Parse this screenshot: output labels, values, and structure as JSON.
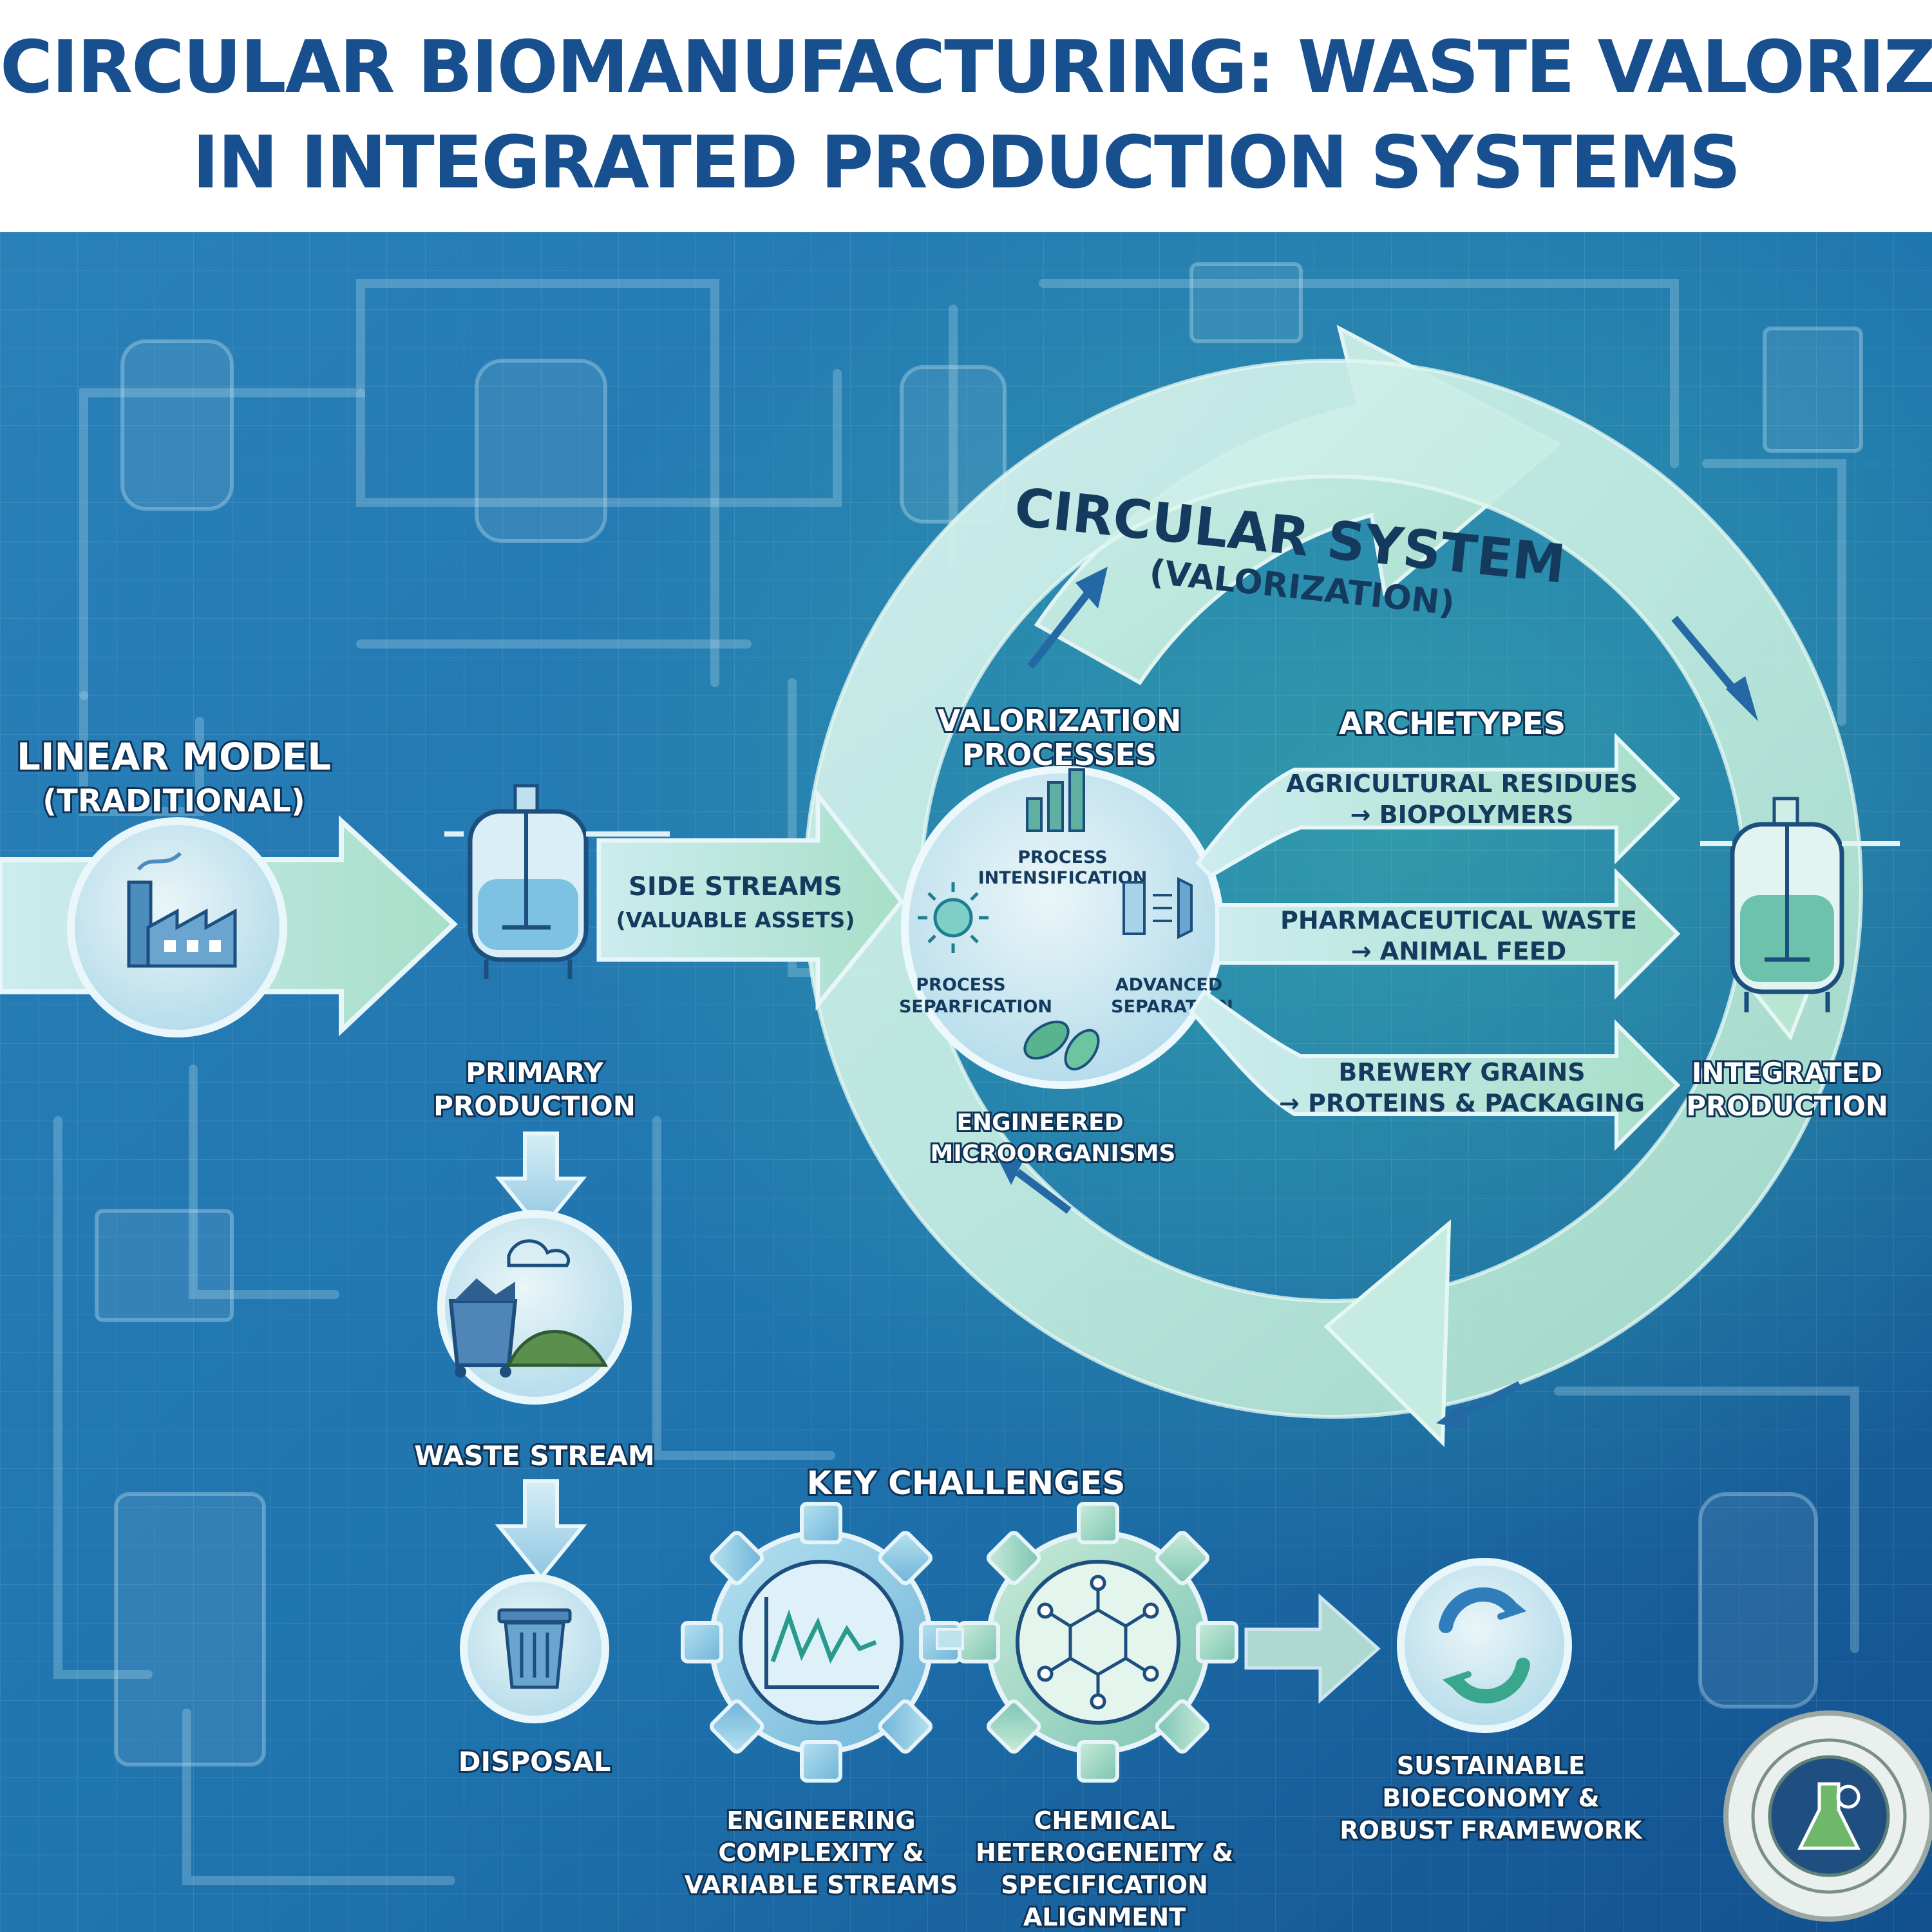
{
  "title": {
    "line1": "CIRCULAR BIOMANUFACTURING: WASTE VALORIZATION",
    "line2": "IN INTEGRATED PRODUCTION SYSTEMS"
  },
  "linear_model": {
    "heading": "LINEAR MODEL",
    "subheading": "(TRADITIONAL)",
    "primary_production": [
      "PRIMARY",
      "PRODUCTION"
    ],
    "waste_stream": "WASTE STREAM",
    "disposal": "DISPOSAL"
  },
  "side_streams": {
    "label": "SIDE STREAMS",
    "sublabel": "(VALUABLE ASSETS)"
  },
  "circular_system": {
    "heading": "CIRCULAR SYSTEM",
    "subheading": "(VALORIZATION)"
  },
  "valorization": {
    "heading": [
      "VALORIZATION",
      "PROCESSES"
    ],
    "process_intensification": [
      "PROCESS",
      "INTENSIFICATION"
    ],
    "process_separfication": [
      "PROCESS",
      "SEPARFICATION"
    ],
    "advanced_separation": [
      "ADVANCED",
      "SEPARATION"
    ],
    "engineered_microorganisms": [
      "ENGINEERED",
      "MICROORGANISMS"
    ]
  },
  "archetypes": {
    "heading": "ARCHETYPES",
    "items": [
      [
        "AGRICULTURAL RESIDUES",
        "→ BIOPOLYMERS"
      ],
      [
        "PHARMACEUTICAL WASTE",
        "→ ANIMAL FEED"
      ],
      [
        "BREWERY GRAINS",
        "→ PROTEINS & PACKAGING"
      ]
    ]
  },
  "integrated_production": [
    "INTEGRATED",
    "PRODUCTION"
  ],
  "key_challenges": {
    "heading": "KEY CHALLENGES",
    "engineering": [
      "ENGINEERING",
      "COMPLEXITY &",
      "VARIABLE STREAMS"
    ],
    "chemical": [
      "CHEMICAL",
      "HETEROGENEITY &",
      "SPECIFICATION",
      "ALIGNMENT"
    ]
  },
  "outcome": [
    "SUSTAINABLE",
    "BIOECONOMY &",
    "ROBUST FRAMEWORK"
  ],
  "colors": {
    "title": "#174f8f",
    "background_top": "#2a80b8",
    "background_bottom": "#12508e",
    "ring_light": "#cfeee6",
    "accent_green": "#a5e0c9"
  },
  "icons": [
    "factory-icon",
    "bioreactor-icon",
    "waste-bin-icon",
    "trash-can-icon",
    "bar-chart-icon",
    "virus-icon",
    "filter-icon",
    "bacteria-icon",
    "gear-icon",
    "molecule-icon",
    "recycle-icon",
    "seal-icon"
  ]
}
